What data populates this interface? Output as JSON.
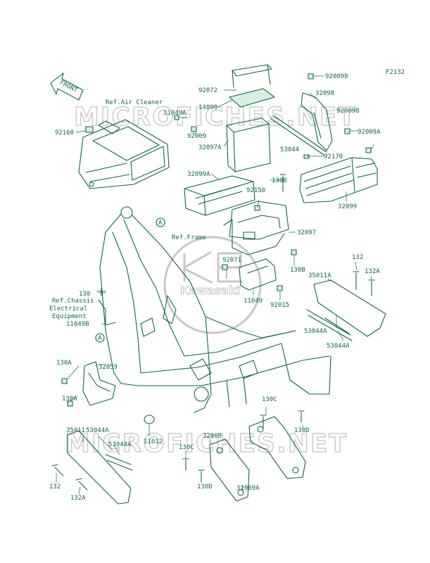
{
  "diagram": {
    "code": "F2132",
    "front_arrow": "FRONT",
    "watermark_top": "MICROFICHES.NET",
    "watermark_bottom": "MICROFICHES.NET",
    "logo_text": "Kawasaki",
    "refs": {
      "air_cleaner": "Ref.Air Cleaner",
      "frame": "Ref.Frame",
      "chassis_1": "Ref.Chassis",
      "chassis_2": "Electrical",
      "chassis_3": "Equipment"
    },
    "callout_a": "A",
    "part_labels": {
      "p92009B_a": "920098",
      "p92009B_b": "920098",
      "p92072": "92072",
      "p14090": "14090",
      "p32098": "32098",
      "p11049A": "11049A",
      "p92160": "92160",
      "p92009": "92009",
      "p32097A": "32097A",
      "p53044": "53044",
      "p92009A": "92009A",
      "p92170": "92170",
      "p32099A": "32099A",
      "p130B_a": "130B",
      "p92150": "92150",
      "p32099": "32099",
      "p32097": "32097",
      "p130B_b": "130B",
      "p92071": "92071",
      "p11049": "11049",
      "p92015": "92015",
      "p132_a": "132",
      "p35011A": "35011A",
      "p132A_a": "132A",
      "p130": "130",
      "p11049B": "11049B",
      "p53044A_a": "53044A",
      "p53044A_b": "53044A",
      "p130A_a": "130A",
      "p32059": "32059",
      "p130A_b": "130A",
      "p130C_a": "130C",
      "p130D_a": "130D",
      "p11012": "11012",
      "p35011": "35011",
      "p53044A_c": "53044A",
      "p53044A_d": "53044A",
      "p32069": "32069",
      "p130C_b": "130C",
      "p132_b": "132",
      "p130D_b": "130D",
      "p132A_b": "132A",
      "p32069A": "32069A"
    }
  }
}
